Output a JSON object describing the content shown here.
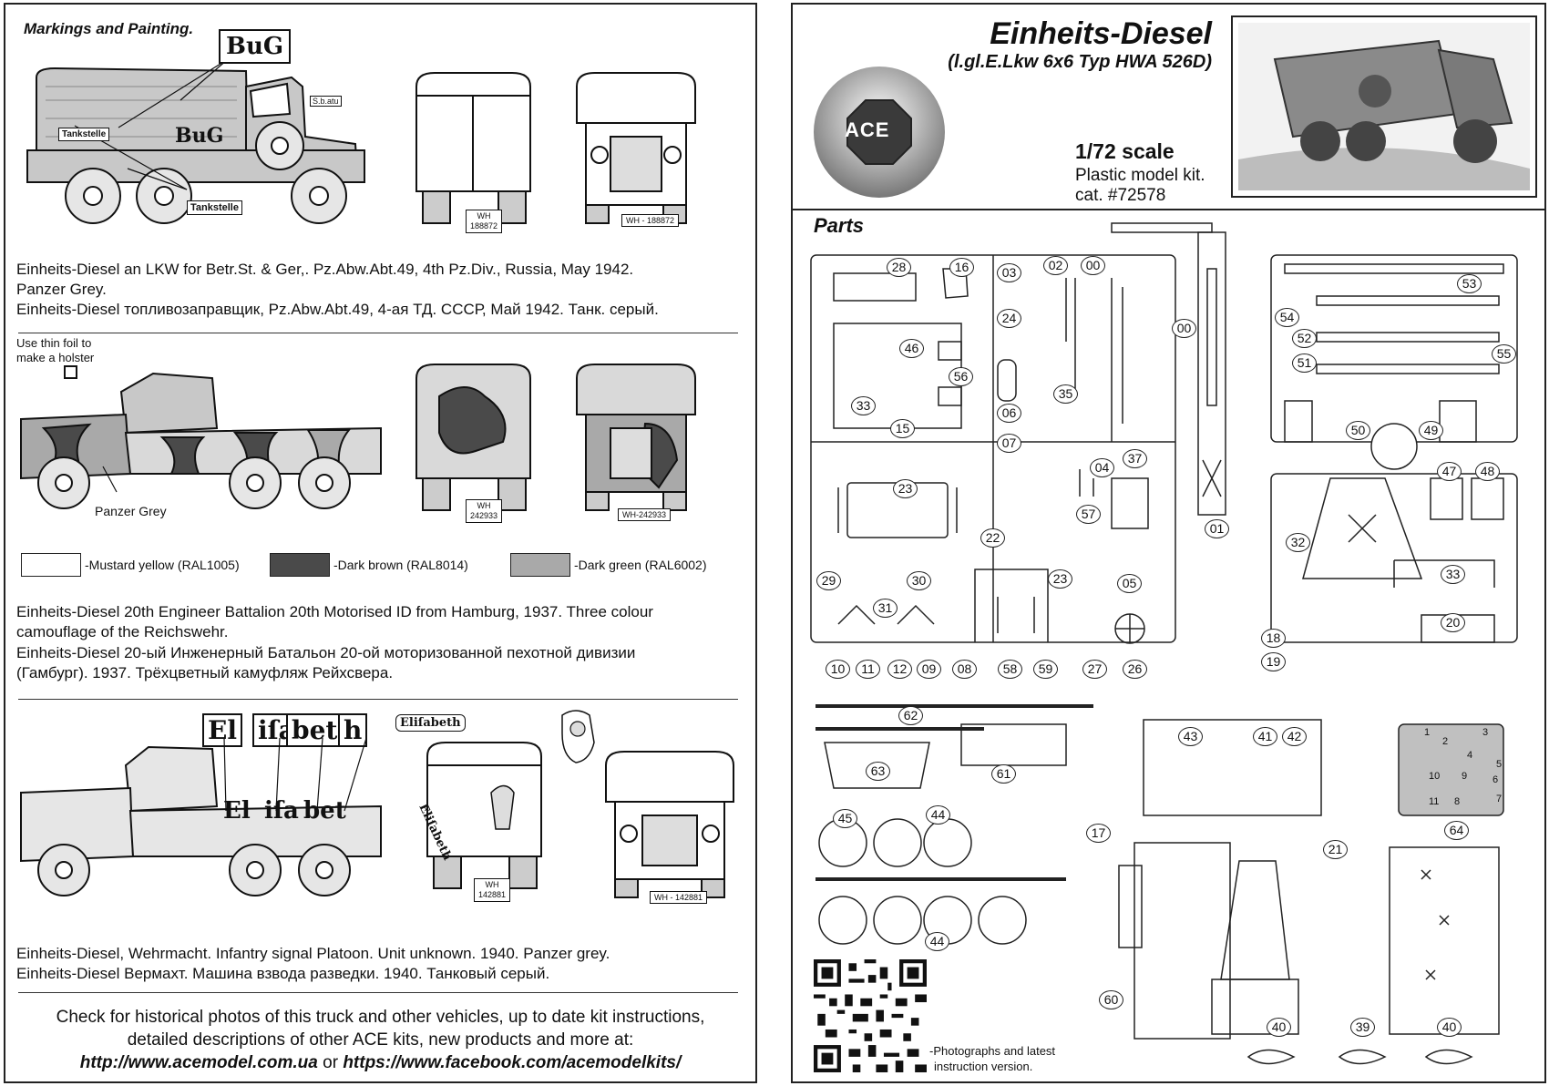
{
  "markings": {
    "header": "Markings and Painting.",
    "scheme1": {
      "text_en": "Einheits-Diesel an LKW for Betr.St. & Ger,. Pz.Abw.Abt.49, 4th Pz.Div., Russia, May 1942.",
      "text_en2": "Panzer Grey.",
      "text_ru": "Einheits-Diesel топливозаправщик, Pz.Abw.Abt.49, 4-ая ТД. СССР, Май 1942. Танк. серый.",
      "decal_bug": "BuG",
      "decal_bug_side": "BuG",
      "decal_tankstelle": "Tankstelle",
      "decal_tankstelle_box": "Tankstelle",
      "decal_small": "S.b.atu",
      "plate_rear_1": "WH",
      "plate_rear_2": "188872",
      "plate_front": "WH - 188872"
    },
    "scheme2": {
      "foil_note_1": "Use thin foil to",
      "foil_note_2": "make a holster",
      "panzer_grey": "Panzer Grey",
      "plate_rear_1": "WH",
      "plate_rear_2": "242933",
      "plate_front": "WH-242933",
      "swatches": [
        {
          "label": "-Mustard yellow (RAL1005)",
          "color": "#ffffff"
        },
        {
          "label": "-Dark brown (RAL8014)",
          "color": "#4a4a4a"
        },
        {
          "label": "-Dark green (RAL6002)",
          "color": "#a9a9a9"
        }
      ],
      "text_en": "Einheits-Diesel 20th Engineer Battalion 20th Motorised ID from Hamburg, 1937. Three colour",
      "text_en2": "camouflage of the Reichswehr.",
      "text_ru": "Einheits-Diesel 20-ый Инженерный Батальон 20-ой моторизованной пехотной дивизии",
      "text_ru2": "(Гамбург). 1937. Трёхцветный камуфляж Рейхсвера."
    },
    "scheme3": {
      "decal_parts": [
        "El",
        "iſa",
        "bet",
        "h"
      ],
      "side_parts": [
        "El",
        "iſa",
        "bet"
      ],
      "decal_full": "Eliſabeth",
      "plate_rear_1": "WH",
      "plate_rear_2": "142881",
      "plate_front": "WH - 142881",
      "text_en": "Einheits-Diesel, Wehrmacht. Infantry signal Platoon. Unit unknown. 1940. Panzer grey.",
      "text_ru": "Einheits-Diesel Вермахт. Машина взвода разведки. 1940. Танковый серый."
    },
    "footer": {
      "line1": "Check for historical photos of this truck and  other vehicles, up to date kit instructions,",
      "line2": "detailed descriptions of other ACE kits, new products and more at:",
      "link1": "http://www.acemodel.com.ua",
      "or": " or ",
      "link2": "https://www.facebook.com/acemodelkits/"
    }
  },
  "kit": {
    "title": "Einheits-Diesel",
    "subtitle": "(l.gl.E.Lkw 6x6 Typ HWA 526D)",
    "logo": "ACE",
    "scale": "1/72 scale",
    "kind": "Plastic model kit.",
    "cat": "cat. #72578",
    "parts_header": "Parts",
    "qr_note_1": "-Photographs and latest",
    "qr_note_2": "instruction version."
  },
  "parts": [
    "28",
    "16",
    "03",
    "02",
    "00",
    "24",
    "46",
    "56",
    "33",
    "15",
    "06",
    "35",
    "07",
    "04",
    "37",
    "00",
    "23",
    "22",
    "57",
    "23",
    "05",
    "29",
    "30",
    "31",
    "10",
    "11",
    "12",
    "09",
    "08",
    "58",
    "59",
    "27",
    "26",
    "01",
    "53",
    "54",
    "52",
    "55",
    "51",
    "50",
    "49",
    "47",
    "48",
    "32",
    "33",
    "20",
    "18",
    "19",
    "62",
    "63",
    "61",
    "43",
    "41",
    "42",
    "45",
    "44",
    "44",
    "17",
    "21",
    "64",
    "60",
    "40",
    "39",
    "40",
    "1",
    "2",
    "3",
    "4",
    "5",
    "6",
    "7",
    "8",
    "9",
    "10",
    "11"
  ],
  "colors": {
    "ink": "#111111",
    "grey": "#9a9a9a",
    "dark": "#4a4a4a"
  }
}
